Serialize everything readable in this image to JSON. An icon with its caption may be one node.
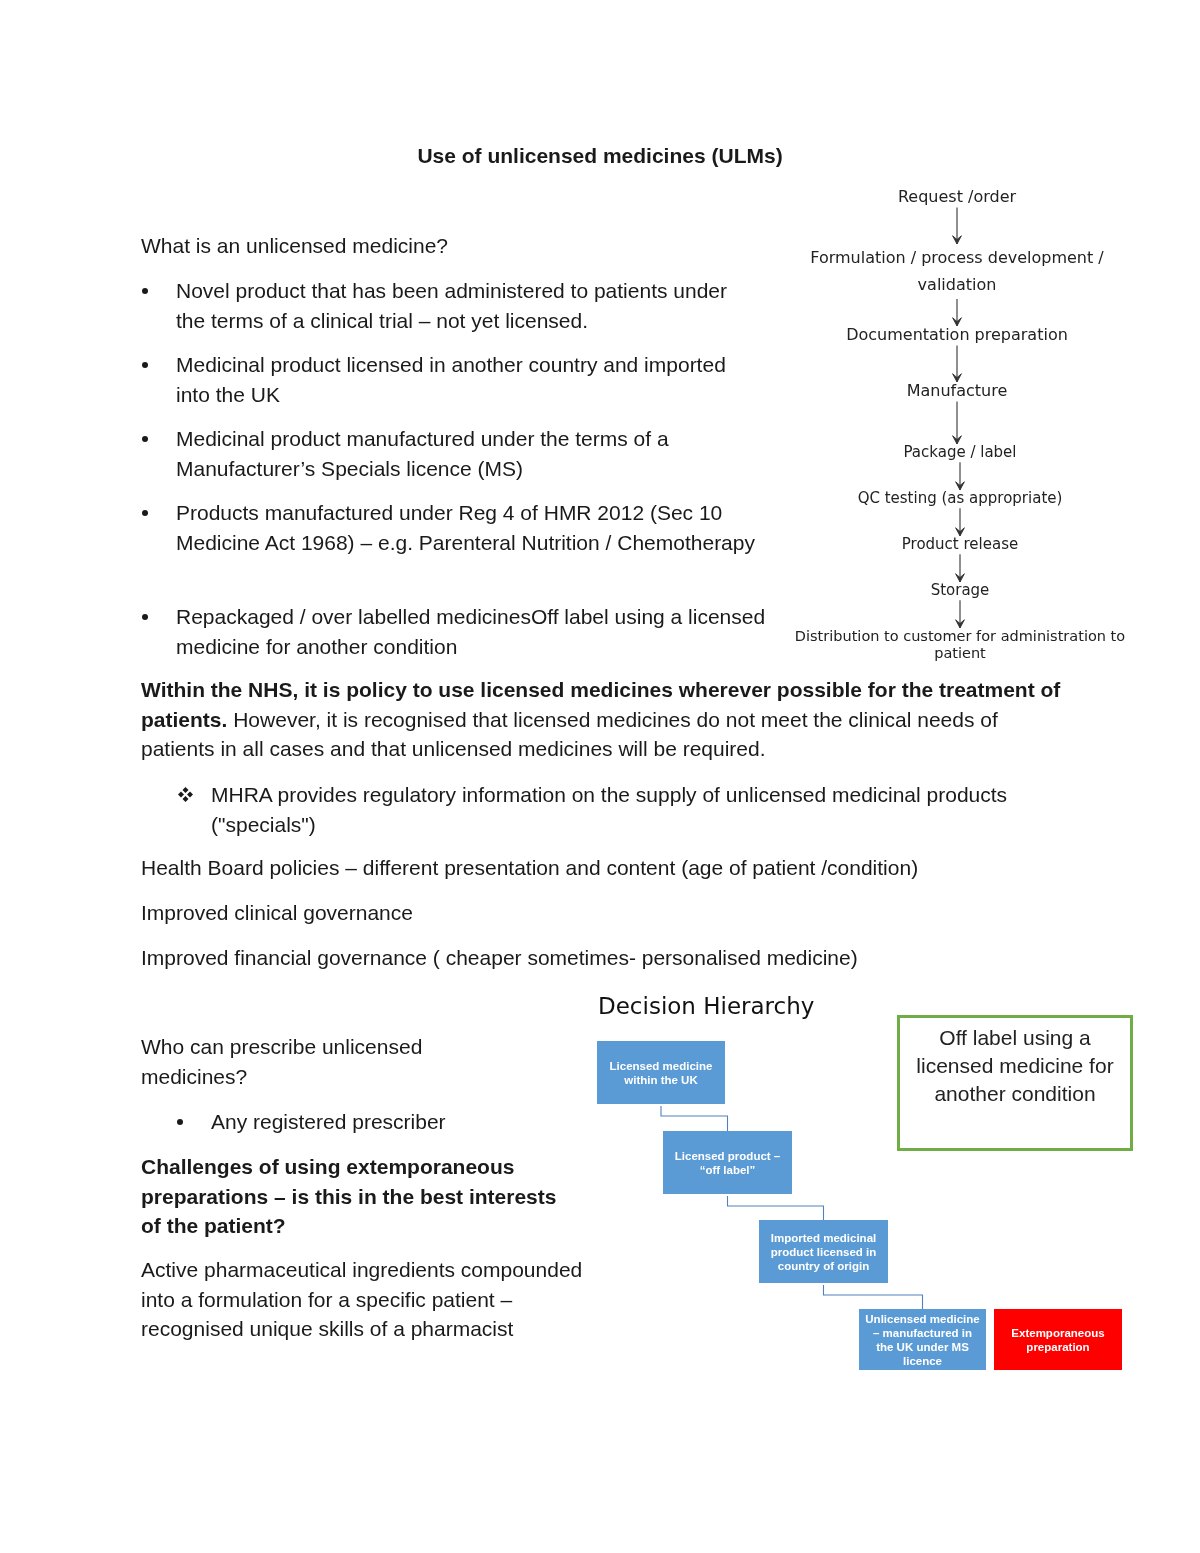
{
  "diagram": {
    "title": "Use of unlicensed medicines (ULMs)",
    "nodes": [
      {
        "text": [
          "Request /order"
        ]
      },
      {
        "text": [
          "Formulation / process development / validation"
        ]
      },
      {
        "text": [
          "Documentation preparation"
        ]
      },
      {
        "text": [
          "Manufacture"
        ]
      },
      {
        "text": [
          "Package / label"
        ]
      },
      {
        "text": [
          "QC testing (as appropriate)"
        ]
      },
      {
        "text": [
          "Product release"
        ]
      },
      {
        "text": [
          "Storage"
        ]
      },
      {
        "text": [
          "Distribution to customer for administration to patient"
        ]
      },
      {
        "text": [
          "Licensed medicine within the UK"
        ]
      },
      {
        "text": [
          "Licensed product – “off label”"
        ]
      },
      {
        "text": [
          "Imported medicinal product licensed in country of origin"
        ]
      },
      {
        "text": [
          "Unlicensed medicine – manufactured in the UK under MS licence"
        ]
      },
      {
        "text": [
          "Extemporaneous preparation"
        ]
      },
      {
        "text": [
          "Off label using a licensed medicine for another condition"
        ]
      }
    ],
    "edges": [
      {
        "from": 0,
        "to": 1,
        "arrow": "to"
      },
      {
        "from": 1,
        "to": 2,
        "arrow": "to"
      },
      {
        "from": 2,
        "to": 3,
        "arrow": "to"
      },
      {
        "from": 3,
        "to": 4,
        "arrow": "to"
      },
      {
        "from": 4,
        "to": 5,
        "arrow": "to"
      },
      {
        "from": 5,
        "to": 6,
        "arrow": "to"
      },
      {
        "from": 6,
        "to": 7,
        "arrow": "to"
      },
      {
        "from": 7,
        "to": 8,
        "arrow": "to"
      },
      {
        "from": 9,
        "to": 10,
        "arrow": "none",
        "color": "#4f81bd"
      },
      {
        "from": 10,
        "to": 11,
        "arrow": "none",
        "color": "#4f81bd"
      },
      {
        "from": 11,
        "to": 12,
        "arrow": "none",
        "color": "#4f81bd"
      }
    ],
    "labels": [
      "What is an unlicensed medicine?",
      "Novel product that has been administered to patients under the terms of a clinical trial – not yet licensed.",
      "Medicinal product licensed in another country and imported into the UK",
      "Medicinal product manufactured under the terms of a Manufacturer’s Specials licence (MS)",
      "Products manufactured under Reg 4 of HMR 2012 (Sec 10 Medicine Act 1968) – e.g. Parenteral Nutrition / Chemotherapy",
      "Repackaged / over labelled medicinesOff label using a licensed medicine for another condition",
      "**Within the NHS, it is policy to use licensed medicines wherever possible for the treatment of patients.** However, it is recognised that licensed medicines do not meet the clinical needs of patients in all cases and that unlicensed medicines will be required.",
      "MHRA provides regulatory information on the supply of unlicensed medicinal products (\"specials\")",
      "Health Board policies – different presentation and content (age of patient /condition)",
      "Improved clinical governance",
      "Improved financial governance ( cheaper sometimes- personalised medicine)",
      "Decision Hierarchy",
      "Who can prescribe unlicensed medicines?",
      "Any registered prescriber",
      "Challenges of using extemporaneous preparations – is this in the best interests of the patient?",
      "Active pharmaceutical ingredients compounded into a formulation for a specific patient – recognised unique skills of a pharmacist"
    ]
  }
}
